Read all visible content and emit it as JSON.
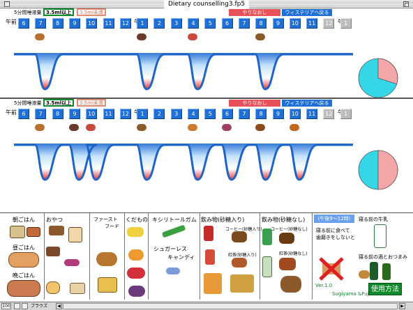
{
  "window": {
    "title": "Dietary counselling3.fp5"
  },
  "panels": [
    {
      "saliva_label": "5分間唾液量",
      "high_btn": "3.5ml以上",
      "low_btn": "3.5ml未満",
      "redo_btn": "やりなおし",
      "back_btn": "ウィステリアへ戻る",
      "am1": "午前",
      "pm": "午後",
      "am2": "午前",
      "hours": [
        "6",
        "7",
        "8",
        "9",
        "10",
        "11",
        "12",
        "1",
        "2",
        "3",
        "4",
        "5",
        "6",
        "7",
        "8",
        "9",
        "10",
        "11",
        "12",
        "1"
      ],
      "hours_off": [
        false,
        false,
        false,
        false,
        false,
        false,
        false,
        false,
        false,
        false,
        false,
        false,
        false,
        false,
        false,
        false,
        false,
        false,
        true,
        true
      ],
      "dips_at_hour_index": [
        1,
        7,
        10,
        14
      ]
    },
    {
      "saliva_label": "5分間唾液量",
      "high_btn": "3.5ml以上",
      "low_btn": "3.5ml未満",
      "redo_btn": "やりなおし",
      "back_btn": "ウィステリアへ戻る",
      "am1": "午前",
      "pm": "午後",
      "am2": "午前",
      "hours": [
        "6",
        "7",
        "8",
        "9",
        "10",
        "11",
        "12",
        "1",
        "2",
        "3",
        "4",
        "5",
        "6",
        "7",
        "8",
        "9",
        "10",
        "11",
        "12",
        "1"
      ],
      "hours_off": [
        false,
        false,
        false,
        false,
        false,
        false,
        false,
        false,
        false,
        false,
        false,
        false,
        false,
        false,
        false,
        false,
        false,
        false,
        true,
        true
      ],
      "dips_at_hour_index": [
        1,
        3,
        4,
        7,
        10,
        12,
        14,
        16
      ]
    }
  ],
  "colors": {
    "hour_blue": "#1e6fd6",
    "curve": "#1e64c8",
    "pie_pink": "#f4a6a8",
    "pie_cyan": "#34d6e8",
    "redo_red": "#e8505a",
    "use_green": "#0e8a2a"
  },
  "pies": [
    {
      "pink_fraction": 0.3
    },
    {
      "pink_fraction": 0.5
    }
  ],
  "bottom": {
    "breakfast": "朝ごはん",
    "lunch": "昼ごはん",
    "dinner": "晩ごはん",
    "snack": "おやつ",
    "fastfood": "ファースト",
    "fastfood2": "フード",
    "fruit": "くだもの",
    "xylitol": "キシリトールガム",
    "sugarless": "シュガーレス",
    "candy": "キャンディ",
    "drinks_sugar": "飲み物(砂糖入り)",
    "drinks_nosugar": "飲み物(砂糖なし)",
    "coffee_sugar": "コーヒー(砂糖入り)",
    "coffee_nosugar": "コーヒー(砂糖なし)",
    "tea_sugar": "紅茶(砂糖入り)",
    "tea_nosugar": "紅茶(砂糖なし)",
    "time_btn": "(午後9〜12時)",
    "milk": "寝る前の牛乳",
    "bedtime_note1": "寝る前に食べて",
    "bedtime_note2": "歯磨きをしないと",
    "bedtime_alcohol": "寝る前の酒とおつまみ",
    "version": "Ver.1.0",
    "author": "Sugiyama &Fujiki",
    "use_btn": "使用方法"
  },
  "statusbar": {
    "zoom": "100",
    "mode": "ブラウズ"
  }
}
